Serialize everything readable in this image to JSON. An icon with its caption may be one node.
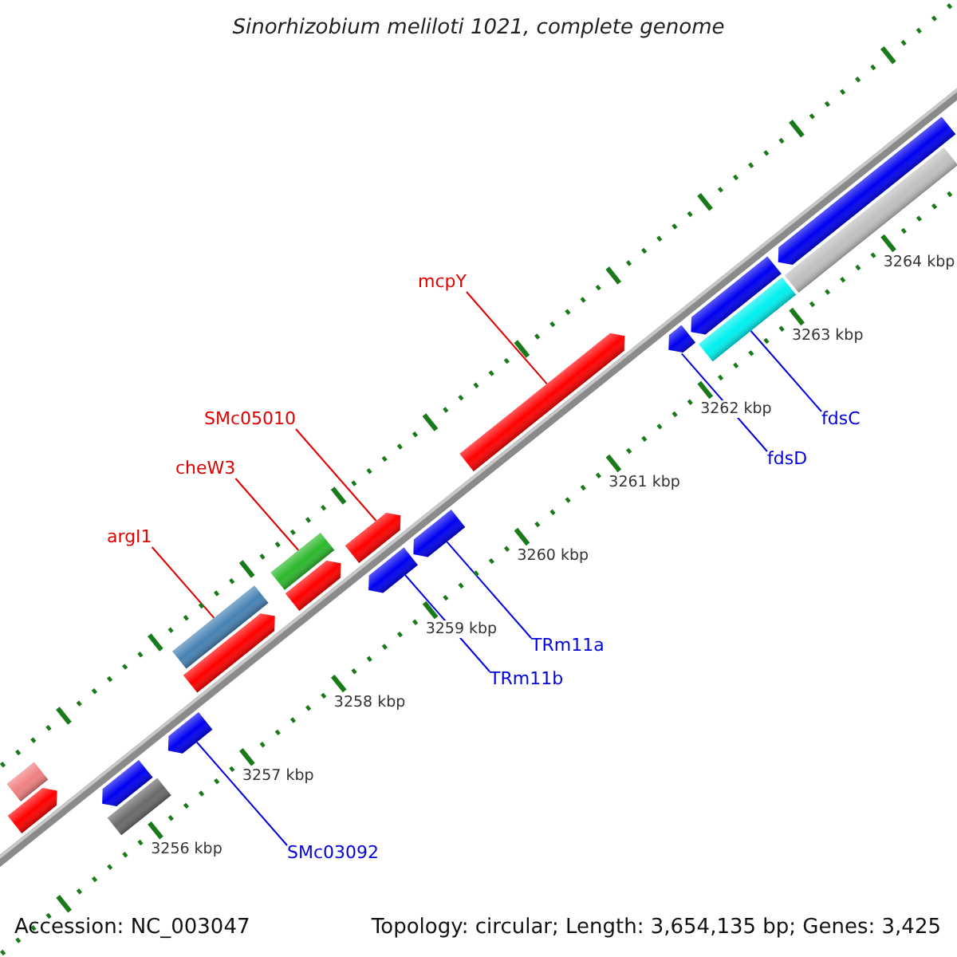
{
  "diagram": {
    "title": "Sinorhizobium meliloti 1021, complete genome",
    "nodes": [
      {
        "text": [
          "mcpY"
        ]
      },
      {
        "text": [
          "SMc05010"
        ]
      },
      {
        "text": [
          "cheW3"
        ]
      },
      {
        "text": [
          "argI1"
        ]
      },
      {
        "text": [
          "fdsC"
        ]
      },
      {
        "text": [
          "fdsD"
        ]
      },
      {
        "text": [
          "TRm11a"
        ]
      },
      {
        "text": [
          "TRm11b"
        ]
      },
      {
        "text": [
          "SMc03092"
        ]
      },
      {
        "text": [],
        "shape": "bar"
      },
      {
        "text": [],
        "shape": "arrow"
      },
      {
        "text": [],
        "shape": "bar"
      },
      {
        "text": [],
        "shape": "arrow"
      },
      {
        "text": [],
        "shape": "arrow"
      },
      {
        "text": [],
        "shape": "arrow"
      },
      {
        "text": [],
        "shape": "bar"
      },
      {
        "text": [],
        "shape": "arrow"
      },
      {
        "text": [],
        "shape": "bar"
      },
      {
        "text": [],
        "shape": "arrow"
      },
      {
        "text": [],
        "shape": "arrow"
      },
      {
        "text": [],
        "shape": "arrow"
      },
      {
        "text": [],
        "shape": "arrow"
      },
      {
        "text": [],
        "shape": "arrow"
      },
      {
        "text": [],
        "shape": "bar"
      },
      {
        "text": [],
        "shape": "arrow"
      },
      {
        "text": [],
        "shape": "bar"
      },
      {
        "text": [],
        "shape": "arrow"
      }
    ],
    "edges": [
      {
        "from": 0,
        "to": 21,
        "arrow": "none",
        "color": "#e00000"
      },
      {
        "from": 1,
        "to": 19,
        "arrow": "none",
        "color": "#e00000"
      },
      {
        "from": 2,
        "to": 17,
        "arrow": "none",
        "color": "#e00000"
      },
      {
        "from": 3,
        "to": 15,
        "arrow": "none",
        "color": "#e00000"
      },
      {
        "from": 4,
        "to": 23,
        "arrow": "none"
      },
      {
        "from": 5,
        "to": 22,
        "arrow": "none"
      },
      {
        "from": 6,
        "to": 20,
        "arrow": "none"
      },
      {
        "from": 7,
        "to": 18,
        "arrow": "none"
      },
      {
        "from": 8,
        "to": 13,
        "arrow": "none"
      }
    ],
    "labels": [
      "3264 kbp",
      "3263 kbp",
      "3262 kbp",
      "3261 kbp",
      "3260 kbp",
      "3259 kbp",
      "3258 kbp",
      "3257 kbp",
      "3256 kbp",
      "Accession: NC_003047",
      "Topology: circular; Length: 3,654,135 bp; Genes: 3,425"
    ]
  }
}
